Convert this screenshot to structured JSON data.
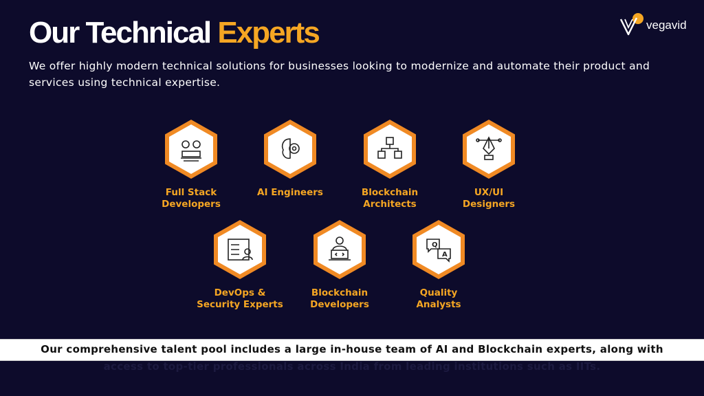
{
  "header": {
    "title_main": "Our Technical",
    "title_accent": "Experts",
    "subtitle": "We offer highly modern technical solutions for businesses looking to modernize and automate their product and services using technical expertise."
  },
  "brand": {
    "name": "vegavid",
    "accent_color": "#f5a623"
  },
  "experts": [
    {
      "line1": "Full Stack",
      "line2": "Developers",
      "icon": "gear-monitor-icon"
    },
    {
      "line1": "AI Engineers",
      "line2": "",
      "icon": "brain-gear-icon"
    },
    {
      "line1": "Blockchain",
      "line2": "Architects",
      "icon": "blocks-network-icon"
    },
    {
      "line1": "UX/UI",
      "line2": "Designers",
      "icon": "pen-tool-icon"
    },
    {
      "line1": "DevOps &",
      "line2": "Security Experts",
      "icon": "checklist-user-icon"
    },
    {
      "line1": "Blockchain",
      "line2": "Developers",
      "icon": "developer-laptop-icon"
    },
    {
      "line1": "Quality",
      "line2": "Analysts",
      "icon": "qa-bubbles-icon"
    }
  ],
  "footer": {
    "line1": "Our comprehensive talent pool includes a large in-house team of AI and Blockchain experts, along with",
    "line2": "access to top-tier professionals across India from leading institutions such as IITs."
  }
}
